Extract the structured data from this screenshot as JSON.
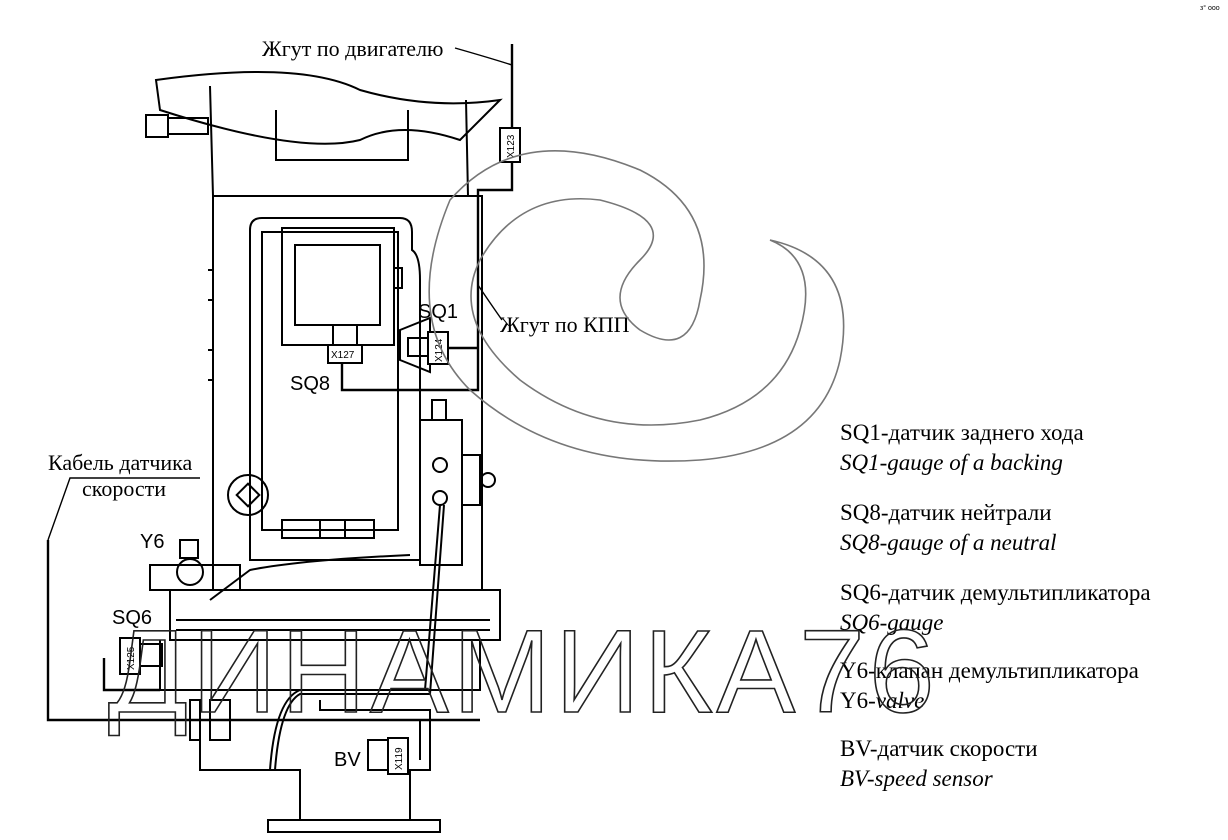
{
  "labels": {
    "engine_harness": "Жгут по двигателю",
    "gearbox_harness": "Жгут по КПП",
    "speed_cable_line1": "Кабель датчика",
    "speed_cable_line2": "скорости",
    "sq1": "SQ1",
    "sq8": "SQ8",
    "sq6": "SQ6",
    "y6": "Y6",
    "bv": "BV"
  },
  "connectors": {
    "x123": "X123",
    "x124": "X124",
    "x127": "X127",
    "x125": "X125",
    "x119": "X119"
  },
  "legend": [
    {
      "ru": "SQ1-датчик заднего хода",
      "en": "SQ1-gauge of a backing"
    },
    {
      "ru": "SQ8-датчик нейтрали",
      "en": "SQ8-gauge of a neutral"
    },
    {
      "ru": "SQ6-датчик демультипликатора",
      "en": "SQ6-gauge"
    },
    {
      "ru": "Y6-клапан демультипликатора",
      "en_prefix": "Y6-",
      "en": "valve"
    },
    {
      "ru": "BV-датчик скорости",
      "en": "BV-speed sensor"
    }
  ],
  "watermark": "ДИНАМИКА76",
  "corner_mark": "з° ооо"
}
